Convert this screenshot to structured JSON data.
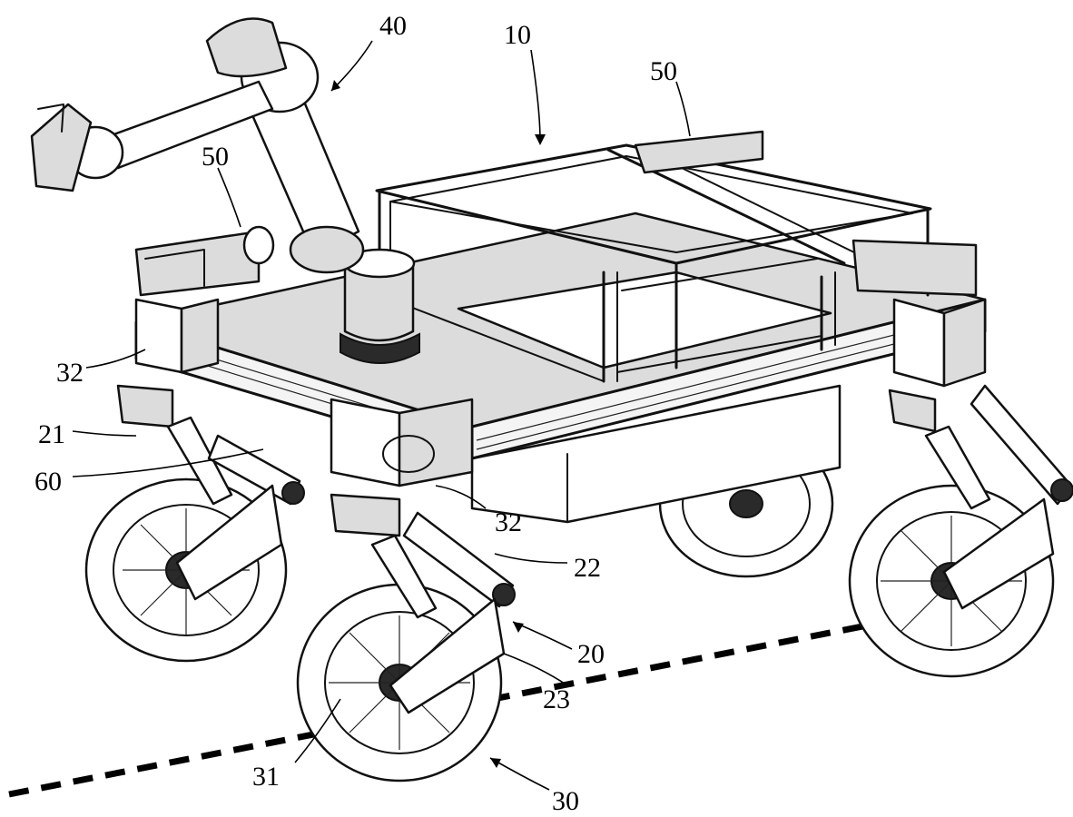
{
  "figure": {
    "reference_labels": [
      {
        "id": "label-10",
        "text": "10"
      },
      {
        "id": "label-20",
        "text": "20"
      },
      {
        "id": "label-21",
        "text": "21"
      },
      {
        "id": "label-22",
        "text": "22"
      },
      {
        "id": "label-23",
        "text": "23"
      },
      {
        "id": "label-30",
        "text": "30"
      },
      {
        "id": "label-31",
        "text": "31"
      },
      {
        "id": "label-32-left",
        "text": "32"
      },
      {
        "id": "label-32-center",
        "text": "32"
      },
      {
        "id": "label-40",
        "text": "40"
      },
      {
        "id": "label-50-left",
        "text": "50"
      },
      {
        "id": "label-50-right",
        "text": "50"
      },
      {
        "id": "label-60",
        "text": "60"
      }
    ]
  }
}
